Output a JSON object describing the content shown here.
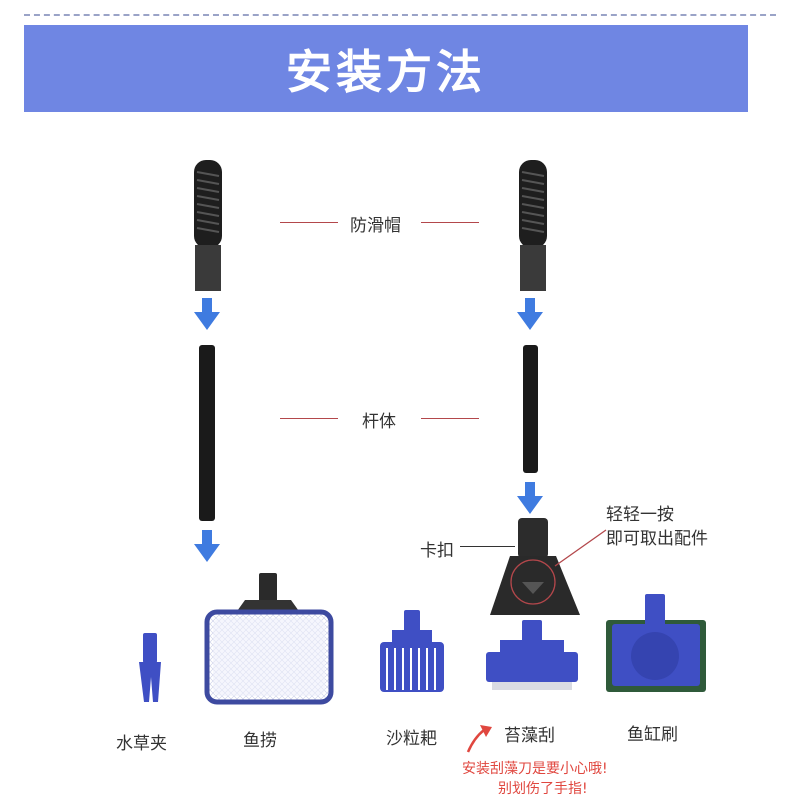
{
  "banner": {
    "title": "安装方法"
  },
  "labels": {
    "anti_slip_cap": "防滑帽",
    "rod_body": "杆体",
    "clip": "卡扣",
    "press_hint_line1": "轻轻一按",
    "press_hint_line2": "即可取出配件"
  },
  "accessories": [
    {
      "name": "水草夹"
    },
    {
      "name": "鱼捞"
    },
    {
      "name": "沙粒耙"
    },
    {
      "name": "苔藻刮"
    },
    {
      "name": "鱼缸刷"
    }
  ],
  "warning": {
    "line1": "安装刮藻刀是要小心哦!",
    "line2": "别划伤了手指!"
  },
  "colors": {
    "banner": "#6f86e3",
    "arrow": "#3f7be0",
    "part_blue": "#3f4fc4",
    "rod_black": "#1a1a1a",
    "callout_line": "#b3474b",
    "warning_text": "#e0473f"
  }
}
